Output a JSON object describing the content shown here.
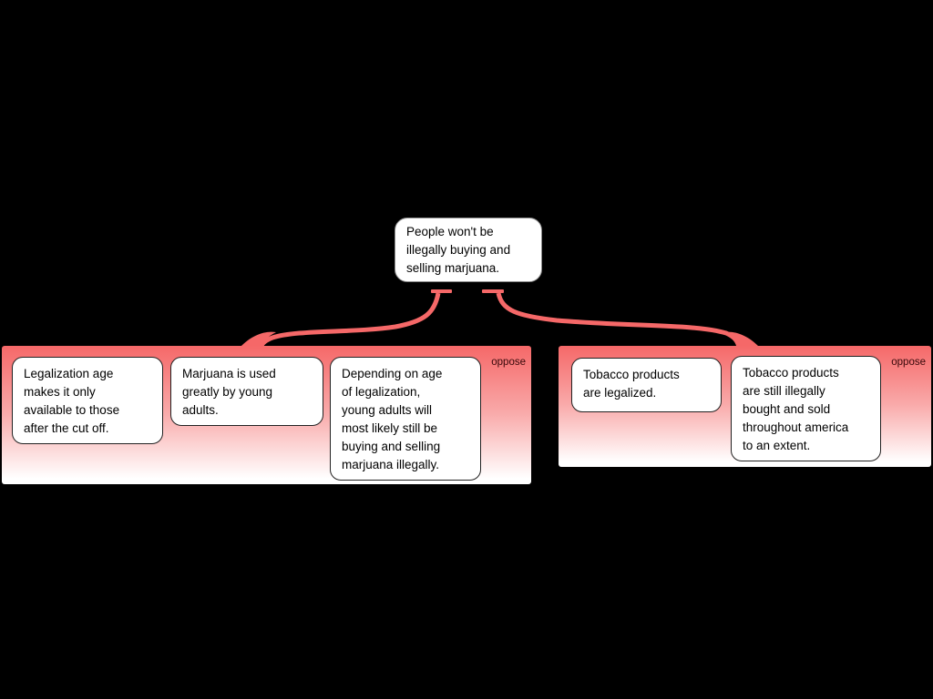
{
  "colors": {
    "background": "#000000",
    "link_red": "#f56868",
    "group_gradient_top": "#f56868",
    "group_gradient_bottom": "#ffffff",
    "card_background": "#ffffff",
    "card_border": "#222222",
    "node_border": "#8c8c8c",
    "text": "#000000",
    "oppose_label_text": "#36080a"
  },
  "root_node": {
    "text": "People won't be\nillegally buying and\nselling marjuana."
  },
  "groups": [
    {
      "relation_label": "oppose",
      "cards": [
        {
          "text": "Legalization age\nmakes it only\navailable to those\nafter the cut off."
        },
        {
          "text": "Marjuana is used\ngreatly by young\nadults."
        },
        {
          "text": "Depending on age\nof legalization,\nyoung adults will\nmost likely still be\nbuying and selling\nmarjuana illegally."
        }
      ]
    },
    {
      "relation_label": "oppose",
      "cards": [
        {
          "text": "Tobacco products\nare legalized."
        },
        {
          "text": "Tobacco products\nare still illegally\nbought and sold\nthroughout america\nto an extent."
        }
      ]
    }
  ]
}
